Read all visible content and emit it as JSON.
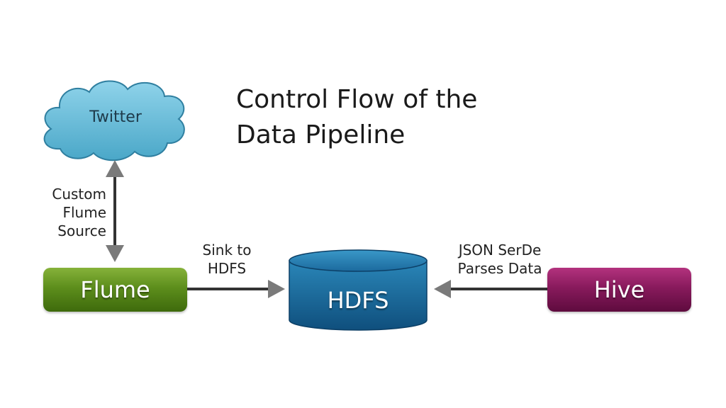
{
  "title": {
    "line1": "Control Flow of the",
    "line2": "Data Pipeline"
  },
  "nodes": {
    "twitter": "Twitter",
    "flume": "Flume",
    "hdfs": "HDFS",
    "hive": "Hive"
  },
  "edges": {
    "custom_source": [
      "Custom",
      "Flume",
      "Source"
    ],
    "sink": [
      "Sink to",
      "HDFS"
    ],
    "serde": [
      "JSON SerDe",
      "Parses Data"
    ]
  },
  "colors": {
    "cloud": "#5bb8d6",
    "flume": "#5d8e1c",
    "hdfs": "#1f6a9c",
    "hive": "#881a5c",
    "arrow": "#333333",
    "arrowhead": "#7a7a7a"
  }
}
